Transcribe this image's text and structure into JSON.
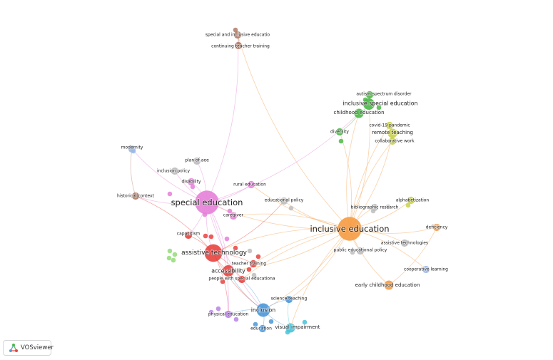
{
  "app_name": "VOSviewer",
  "icons": {
    "logo": "vosviewer-logo-icon"
  },
  "cluster_colors": {
    "red": "#e8423f",
    "orange": "#f59b43",
    "pink": "#e57fd8",
    "green": "#4db848",
    "yellow": "#c9d24b",
    "blue": "#4a97d8",
    "purple": "#b882e2",
    "brown": "#b07a66",
    "cyan": "#46c3d9",
    "lightblue": "#9bb8e6",
    "lightgreen": "#93dc79",
    "gray": "#bdbdbd"
  },
  "nodes": [
    {
      "id": "special_inclusive_education",
      "label": "special and inclusive educatio",
      "cluster": "brown",
      "weight": 2
    },
    {
      "id": "continuing_teacher_training",
      "label": "continuing teacher training",
      "cluster": "brown",
      "weight": 2
    },
    {
      "id": "autism_spectrum_disorder",
      "label": "autism spectrum disorder",
      "cluster": "green",
      "weight": 2
    },
    {
      "id": "inclusive_special_education",
      "label": "inclusive special education",
      "cluster": "green",
      "weight": 4
    },
    {
      "id": "childhood_education",
      "label": "childhood education",
      "cluster": "green",
      "weight": 3
    },
    {
      "id": "covid19_pandemic",
      "label": "covid-19 pandemic",
      "cluster": "yellow",
      "weight": 2
    },
    {
      "id": "remote_teaching",
      "label": "remote teaching",
      "cluster": "yellow",
      "weight": 3
    },
    {
      "id": "collaborative_work",
      "label": "collaborative work",
      "cluster": "yellow",
      "weight": 2
    },
    {
      "id": "diversity",
      "label": "diversity",
      "cluster": "green",
      "weight": 2
    },
    {
      "id": "modernity",
      "label": "modernity",
      "cluster": "lightblue",
      "weight": 2
    },
    {
      "id": "plan_of_aee",
      "label": "plan of aee",
      "cluster": "gray",
      "weight": 2
    },
    {
      "id": "inclusion_policy",
      "label": "inclusion policy",
      "cluster": "gray",
      "weight": 2
    },
    {
      "id": "disability",
      "label": "disability",
      "cluster": "pink",
      "weight": 2
    },
    {
      "id": "rural_education",
      "label": "rural education",
      "cluster": "pink",
      "weight": 2
    },
    {
      "id": "historical_context",
      "label": "historical context",
      "cluster": "brown",
      "weight": 2
    },
    {
      "id": "special_education",
      "label": "special education",
      "cluster": "pink",
      "weight": 10
    },
    {
      "id": "educational_policy",
      "label": "educational policy",
      "cluster": "gray",
      "weight": 2
    },
    {
      "id": "alphabetization",
      "label": "alphabetization",
      "cluster": "yellow",
      "weight": 2
    },
    {
      "id": "bibliographic_research",
      "label": "bibliographic research",
      "cluster": "gray",
      "weight": 2
    },
    {
      "id": "caregiver",
      "label": "caregiver",
      "cluster": "pink",
      "weight": 2
    },
    {
      "id": "inclusive_education",
      "label": "inclusive education",
      "cluster": "orange",
      "weight": 10
    },
    {
      "id": "deficiency",
      "label": "deficiency",
      "cluster": "orange",
      "weight": 2
    },
    {
      "id": "capacitism",
      "label": "capacitism",
      "cluster": "red",
      "weight": 2
    },
    {
      "id": "assistive_technologies",
      "label": "assistive technologies",
      "cluster": "gray",
      "weight": 2
    },
    {
      "id": "public_educational_policy",
      "label": "public educational policy",
      "cluster": "gray",
      "weight": 2
    },
    {
      "id": "assistive_technology",
      "label": "assistive technology",
      "cluster": "red",
      "weight": 7
    },
    {
      "id": "teacher_training",
      "label": "teacher training",
      "cluster": "red",
      "weight": 2
    },
    {
      "id": "accessibility",
      "label": "accessibility",
      "cluster": "red",
      "weight": 4
    },
    {
      "id": "cooperative_learning",
      "label": "cooperative learning",
      "cluster": "lightblue",
      "weight": 2
    },
    {
      "id": "people_special_education",
      "label": "people with special educationa",
      "cluster": "red",
      "weight": 2
    },
    {
      "id": "early_childhood_education",
      "label": "early childhood education",
      "cluster": "orange",
      "weight": 3
    },
    {
      "id": "science_teaching",
      "label": "science teaching",
      "cluster": "blue",
      "weight": 2
    },
    {
      "id": "inclusion",
      "label": "inclusion",
      "cluster": "blue",
      "weight": 5
    },
    {
      "id": "physical_education",
      "label": "physical education",
      "cluster": "purple",
      "weight": 2
    },
    {
      "id": "visual_impairment",
      "label": "visual impairment",
      "cluster": "cyan",
      "weight": 3
    },
    {
      "id": "education",
      "label": "education",
      "cluster": "blue",
      "weight": 2
    }
  ],
  "links": [
    [
      "inclusive_education",
      "special_education"
    ],
    [
      "inclusive_education",
      "assistive_technology"
    ],
    [
      "inclusive_education",
      "inclusion"
    ],
    [
      "inclusive_education",
      "inclusive_special_education"
    ],
    [
      "inclusive_education",
      "childhood_education"
    ],
    [
      "inclusive_education",
      "remote_teaching"
    ],
    [
      "inclusive_education",
      "collaborative_work"
    ],
    [
      "inclusive_education",
      "diversity"
    ],
    [
      "inclusive_education",
      "special_inclusive_education"
    ],
    [
      "inclusive_education",
      "alphabetization"
    ],
    [
      "inclusive_education",
      "bibliographic_research"
    ],
    [
      "inclusive_education",
      "deficiency"
    ],
    [
      "inclusive_education",
      "assistive_technologies"
    ],
    [
      "inclusive_education",
      "public_educational_policy"
    ],
    [
      "inclusive_education",
      "cooperative_learning"
    ],
    [
      "inclusive_education",
      "early_childhood_education"
    ],
    [
      "inclusive_education",
      "accessibility"
    ],
    [
      "inclusive_education",
      "teacher_training"
    ],
    [
      "inclusive_education",
      "educational_policy"
    ],
    [
      "inclusive_education",
      "caregiver"
    ],
    [
      "inclusive_education",
      "rural_education"
    ],
    [
      "inclusive_education",
      "visual_impairment"
    ],
    [
      "inclusive_education",
      "science_teaching"
    ],
    [
      "inclusive_education",
      "people_special_education"
    ],
    [
      "inclusive_education",
      "covid19_pandemic"
    ],
    [
      "special_education",
      "special_inclusive_education"
    ],
    [
      "special_education",
      "modernity"
    ],
    [
      "special_education",
      "plan_of_aee"
    ],
    [
      "special_education",
      "inclusion_policy"
    ],
    [
      "special_education",
      "disability"
    ],
    [
      "special_education",
      "historical_context"
    ],
    [
      "special_education",
      "rural_education"
    ],
    [
      "special_education",
      "caregiver"
    ],
    [
      "special_education",
      "assistive_technology"
    ],
    [
      "special_education",
      "accessibility"
    ],
    [
      "special_education",
      "inclusion"
    ],
    [
      "special_education",
      "capacitism"
    ],
    [
      "special_education",
      "childhood_education"
    ],
    [
      "special_education",
      "physical_education"
    ],
    [
      "assistive_technology",
      "accessibility"
    ],
    [
      "assistive_technology",
      "teacher_training"
    ],
    [
      "assistive_technology",
      "inclusion"
    ],
    [
      "assistive_technology",
      "people_special_education"
    ],
    [
      "assistive_technology",
      "capacitism"
    ],
    [
      "assistive_technology",
      "physical_education"
    ],
    [
      "assistive_technology",
      "educational_policy"
    ],
    [
      "inclusion",
      "science_teaching"
    ],
    [
      "inclusion",
      "visual_impairment"
    ],
    [
      "inclusion",
      "education"
    ],
    [
      "inclusion",
      "physical_education"
    ],
    [
      "inclusion",
      "accessibility"
    ],
    [
      "inclusion",
      "people_special_education"
    ],
    [
      "special_inclusive_education",
      "continuing_teacher_training"
    ],
    [
      "inclusive_special_education",
      "autism_spectrum_disorder"
    ],
    [
      "inclusive_special_education",
      "childhood_education"
    ],
    [
      "remote_teaching",
      "covid19_pandemic"
    ],
    [
      "remote_teaching",
      "collaborative_work"
    ],
    [
      "early_childhood_education",
      "deficiency"
    ],
    [
      "visual_impairment",
      "science_teaching"
    ],
    [
      "diversity",
      "childhood_education"
    ],
    [
      "historical_context",
      "modernity"
    ],
    [
      "assistive_technology",
      "historical_context"
    ]
  ]
}
